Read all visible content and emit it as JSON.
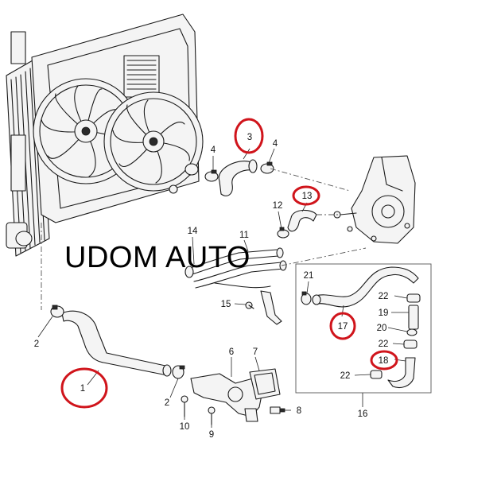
{
  "watermark": {
    "text": "UDOM AUTO"
  },
  "callouts": {
    "c1": "1",
    "c2a": "2",
    "c2b": "2",
    "c3": "3",
    "c4a": "4",
    "c4b": "4",
    "c6": "6",
    "c7": "7",
    "c8": "8",
    "c9": "9",
    "c10": "10",
    "c11": "11",
    "c12": "12",
    "c13": "13",
    "c14": "14",
    "c15": "15",
    "c16": "16",
    "c17": "17",
    "c18": "18",
    "c19": "19",
    "c20": "20",
    "c21": "21",
    "c22a": "22",
    "c22b": "22",
    "c22c": "22"
  },
  "highlighted_parts": [
    "1",
    "3",
    "13",
    "17",
    "18"
  ],
  "colors": {
    "highlight": "#d0141b",
    "line": "#1a1a1a"
  }
}
